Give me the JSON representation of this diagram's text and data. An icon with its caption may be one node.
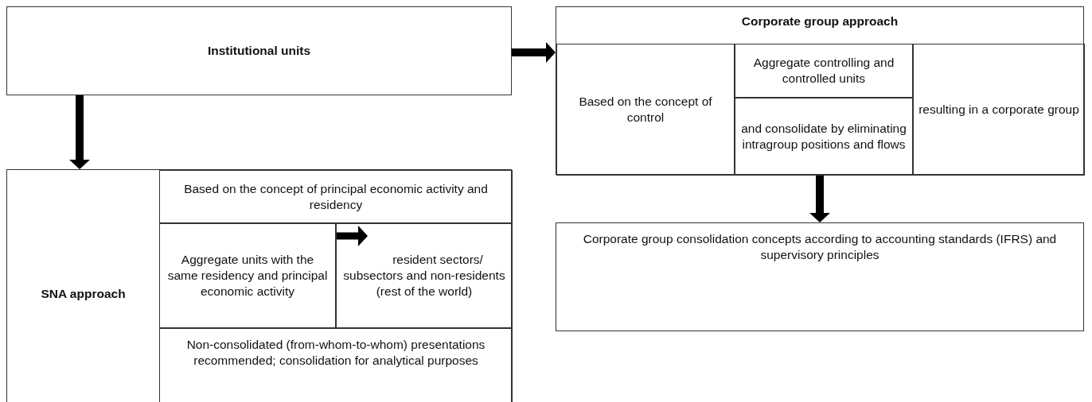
{
  "diagram": {
    "nodes": [
      {
        "text": [
          "Institutional units"
        ]
      },
      {
        "text": [
          "SNA approach"
        ]
      },
      {
        "text": [
          "Based on the concept of principal economic activity and residency"
        ],
        "in": 1
      },
      {
        "text": [
          "Aggregate units with the same residency and principal economic activity"
        ],
        "in": 1
      },
      {
        "text": [
          "resident sectors/ subsectors and non-residents (rest of the world)"
        ],
        "in": 1
      },
      {
        "text": [
          "Non-consolidated (from-whom-to-whom) presentations recommended; consolidation for analytical purposes"
        ],
        "in": 1
      },
      {
        "text": [
          "Corporate group approach"
        ]
      },
      {
        "text": [
          "Based on the concept of control"
        ],
        "in": 6
      },
      {
        "text": [
          "Aggregate controlling and controlled units"
        ],
        "in": 6
      },
      {
        "text": [
          "and consolidate by eliminating intragroup positions and flows"
        ],
        "in": 6
      },
      {
        "text": [
          "resulting in a corporate group"
        ],
        "in": 6
      },
      {
        "text": [
          "Corporate group consolidation concepts according to accounting standards (IFRS) and supervisory principles"
        ]
      }
    ],
    "edges": [
      {
        "from": 0,
        "to": 1,
        "arrow": "to"
      },
      {
        "from": 0,
        "to": 6,
        "arrow": "to"
      },
      {
        "from": 6,
        "to": 11,
        "arrow": "to"
      },
      {
        "from": 3,
        "to": 4,
        "arrow": "to"
      }
    ]
  }
}
